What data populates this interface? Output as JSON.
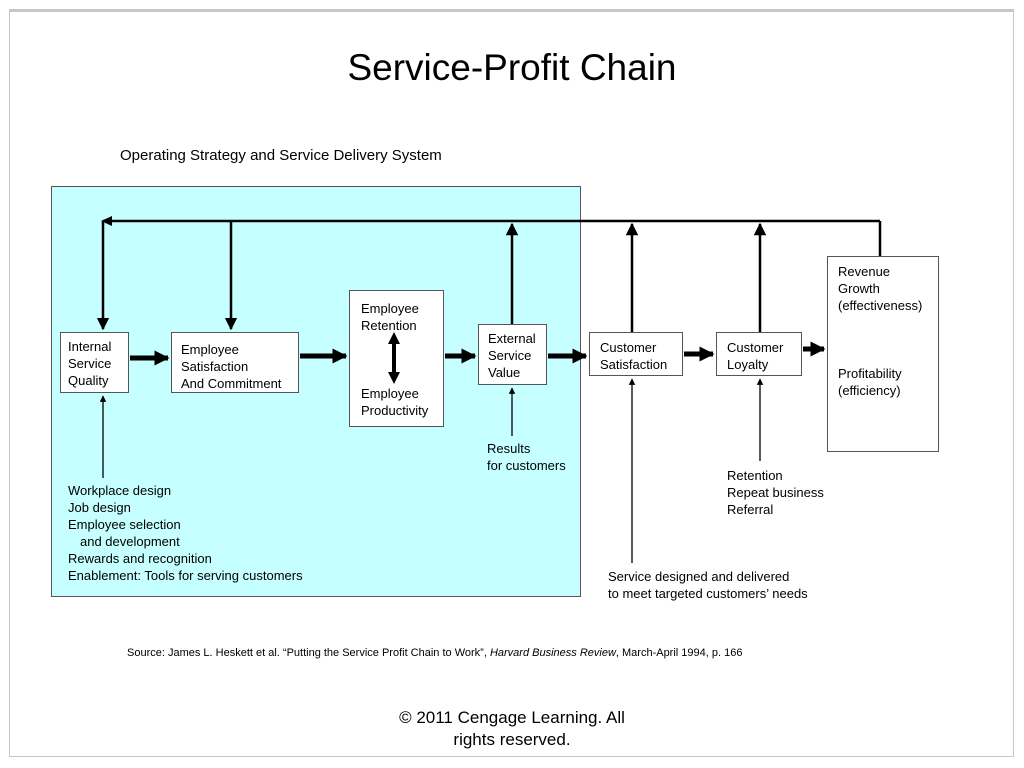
{
  "title": "Service-Profit Chain",
  "subtitle": "Operating Strategy and Service Delivery System",
  "boxes": {
    "internal_quality": [
      "Internal",
      "Service",
      "Quality"
    ],
    "employee_satisfaction": [
      "Employee",
      "Satisfaction",
      "And Commitment"
    ],
    "employee_retention": [
      "Employee",
      "Retention"
    ],
    "employee_productivity": [
      "Employee",
      "Productivity"
    ],
    "external_value": [
      "External",
      "Service",
      "Value"
    ],
    "customer_satisfaction": [
      "Customer",
      "Satisfaction"
    ],
    "customer_loyalty": [
      "Customer",
      "Loyalty"
    ],
    "revenue_growth": [
      "Revenue",
      "Growth",
      "(effectiveness)"
    ],
    "profitability": [
      "Profitability",
      "(efficiency)"
    ]
  },
  "notes": {
    "workplace": [
      "Workplace design",
      "Job design",
      "Employee selection",
      "and development",
      "Rewards and recognition",
      "Enablement: Tools for serving customers"
    ],
    "results": [
      "Results",
      "for customers"
    ],
    "retention": [
      "Retention",
      "Repeat business",
      "Referral"
    ],
    "service_designed": [
      "Service designed and delivered",
      "to meet targeted customers’ needs"
    ]
  },
  "source": {
    "prefix": "Source:  James L. Heskett et al.  “Putting the Service Profit Chain to Work”, ",
    "journal": "Harvard Business Review",
    "suffix": ", March-April 1994, p. 166"
  },
  "footer": [
    "© 2011 Cengage Learning. All",
    "rights reserved."
  ],
  "colors": {
    "panel_fill": "#c6ffff",
    "frame": "#c8c8c0"
  }
}
